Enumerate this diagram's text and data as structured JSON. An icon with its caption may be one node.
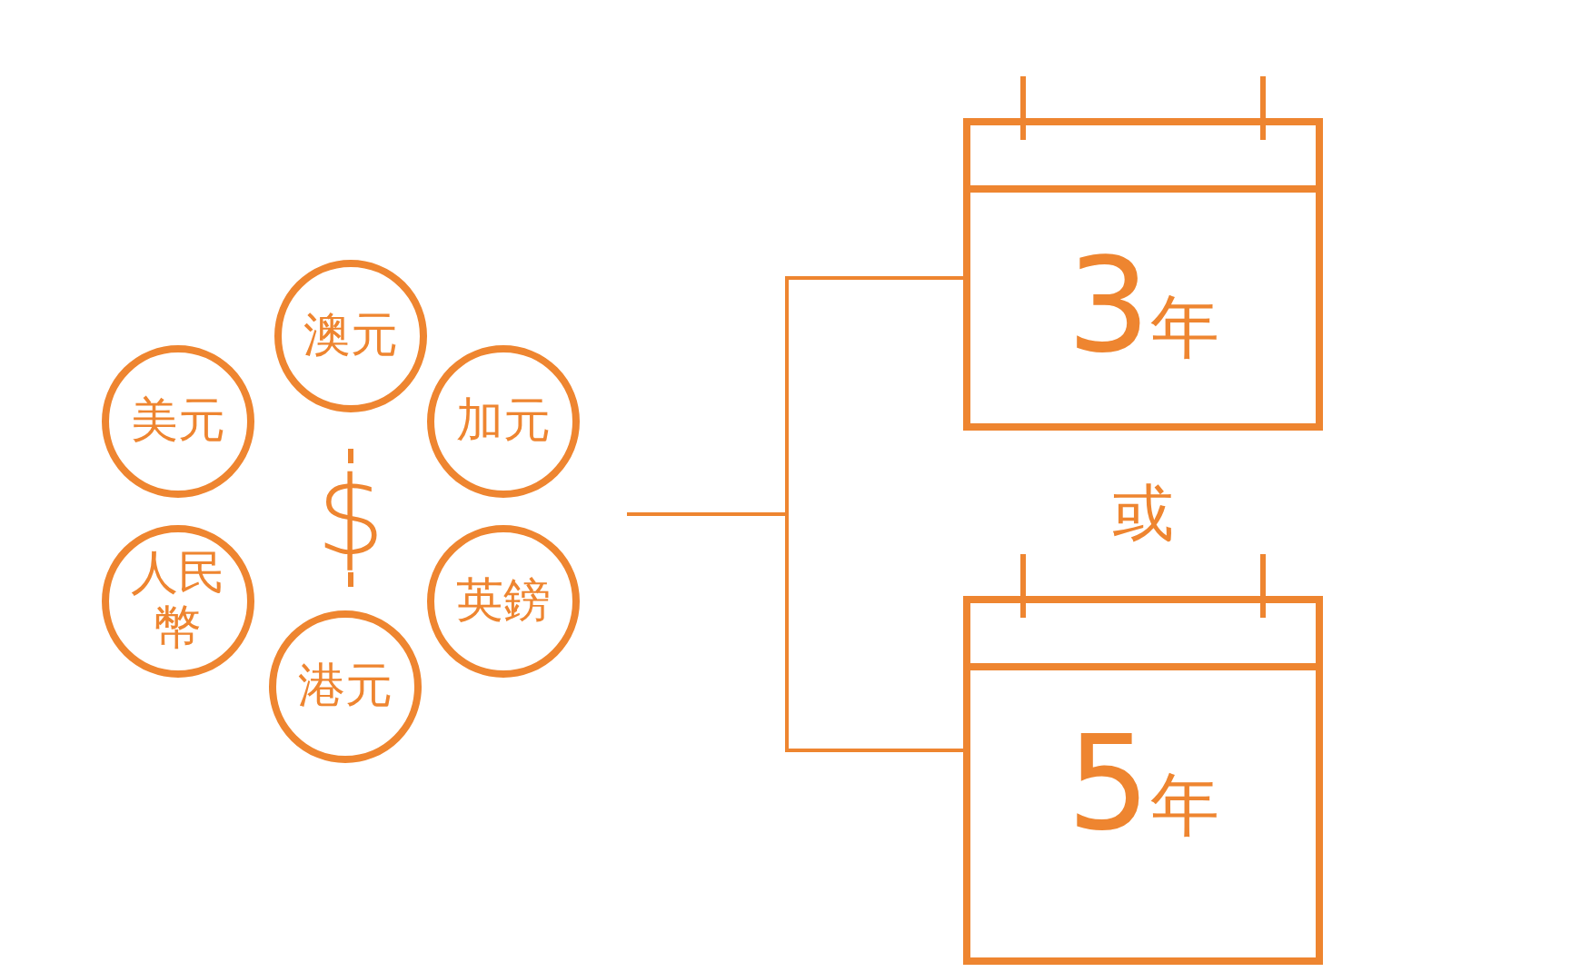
{
  "diagram": {
    "nodes": [
      {
        "text": [
          "澳元"
        ]
      },
      {
        "text": [
          "美元"
        ]
      },
      {
        "text": [
          "加元"
        ]
      },
      {
        "text": [
          "人民幣"
        ]
      },
      {
        "text": [
          "英鎊"
        ]
      },
      {
        "text": [
          "港元"
        ]
      },
      {
        "text": [
          "3年"
        ]
      },
      {
        "text": [
          "5年"
        ]
      }
    ],
    "edges": [
      {
        "from": null,
        "to": 6,
        "arrow": "none"
      },
      {
        "from": null,
        "to": 7,
        "arrow": "none"
      }
    ],
    "labels": [
      "$",
      "或"
    ]
  }
}
